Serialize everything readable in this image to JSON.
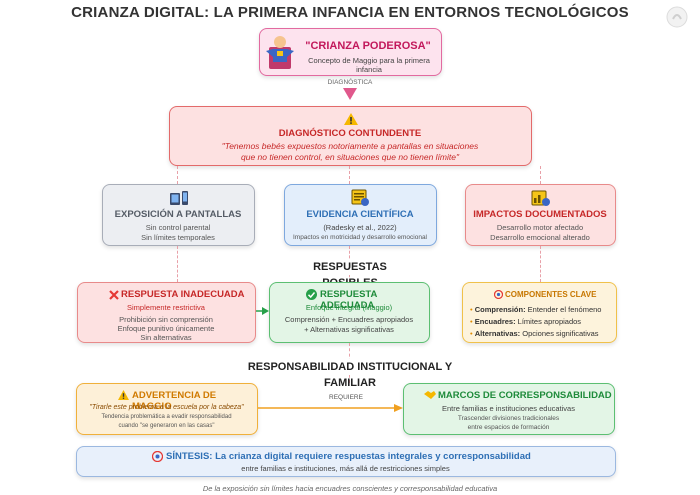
{
  "title": "CRIANZA DIGITAL: LA PRIMERA INFANCIA EN ENTORNOS TECNOLÓGICOS",
  "top_box": {
    "title": "\"CRIANZA PODEROSA\"",
    "subtitle": "Concepto de Maggio para la primera infancia"
  },
  "arrow1_label": "DIAGNÓSTICA",
  "diagnosis": {
    "title": "DIAGNÓSTICO CONTUNDENTE",
    "quote_line1": "\"Tenemos bebés expuestos notoriamente a pantallas en situaciones",
    "quote_line2": "que no tienen control, en situaciones que no tienen límite\""
  },
  "exposure": {
    "title": "EXPOSICIÓN A PANTALLAS",
    "line1": "Sin control parental",
    "line2": "Sin límites temporales"
  },
  "evidence": {
    "title": "EVIDENCIA CIENTÍFICA",
    "line1": "(Radesky et al., 2022)",
    "line2": "Impactos en motricidad y desarrollo emocional"
  },
  "impacts": {
    "title": "IMPACTOS DOCUMENTADOS",
    "line1": "Desarrollo motor afectado",
    "line2": "Desarrollo emocional alterado"
  },
  "section1": "RESPUESTAS POSIBLES",
  "inadequate": {
    "title": "RESPUESTA INADECUADA",
    "subtitle": "Simplemente restrictiva",
    "line1": "Prohibición sin comprensión",
    "line2": "Enfoque punitivo únicamente",
    "line3": "Sin alternativas"
  },
  "adequate": {
    "title": "RESPUESTA ADECUADA",
    "subtitle": "Enfoque integral (Maggio)",
    "line1": "Comprensión + Encuadres apropiados",
    "line2": "+ Alternativas significativas"
  },
  "components": {
    "title": "COMPONENTES CLAVE",
    "items": [
      {
        "key": "Comprensión:",
        "text": " Entender el fenómeno"
      },
      {
        "key": "Encuadres:",
        "text": " Límites apropiados"
      },
      {
        "key": "Alternativas:",
        "text": " Opciones significativas"
      }
    ]
  },
  "section2": "RESPONSABILIDAD INSTITUCIONAL Y FAMILIAR",
  "warning": {
    "title": "ADVERTENCIA DE MAGGIO",
    "quote": "\"Tirarle este problema a la escuela por la cabeza\"",
    "line1": "Tendencia problemática a evadir responsabilidad",
    "line2": "cuando \"se generaron en las casas\""
  },
  "arrow2_label": "REQUIERE",
  "frameworks": {
    "title": "MARCOS DE CORRESPONSABILIDAD",
    "line1": "Entre familias e instituciones educativas",
    "line2": "Trascender divisiones tradicionales",
    "line3": "entre espacios de formación"
  },
  "synthesis": {
    "title": "SÍNTESIS: La crianza digital requiere respuestas integrales y corresponsabilidad",
    "line1": "entre familias e instituciones, más allá de restricciones simples"
  },
  "footer": "De la exposición sin límites hacia encuadres conscientes y corresponsabilidad educativa",
  "colors": {
    "pink": "#d6337a",
    "red": "#d63031",
    "blue": "#2e6fb5",
    "green": "#27a04a",
    "orange": "#e08a00",
    "gray": "#5a6270"
  }
}
